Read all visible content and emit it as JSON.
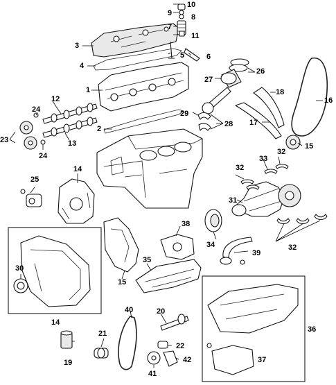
{
  "diagram": {
    "callouts": {
      "c1": "1",
      "c2": "2",
      "c3": "3",
      "c4": "4",
      "c5": "5",
      "c6": "6",
      "c7": "7",
      "c8": "8",
      "c9": "9",
      "c10": "10",
      "c11": "11",
      "c12": "12",
      "c13": "13",
      "c14a": "14",
      "c14b": "14",
      "c15a": "15",
      "c15b": "15",
      "c16": "16",
      "c17": "17",
      "c18": "18",
      "c19": "19",
      "c20": "20",
      "c21": "21",
      "c22": "22",
      "c23": "23",
      "c24a": "24",
      "c24b": "24",
      "c25": "25",
      "c26": "26",
      "c27": "27",
      "c28": "28",
      "c29": "29",
      "c30": "30",
      "c31": "31",
      "c32a": "32",
      "c32b": "32",
      "c32c": "32",
      "c33": "33",
      "c34": "34",
      "c35": "35",
      "c36": "36",
      "c37": "37",
      "c38": "38",
      "c39": "39",
      "c40": "40",
      "c41": "41",
      "c42": "42"
    }
  }
}
